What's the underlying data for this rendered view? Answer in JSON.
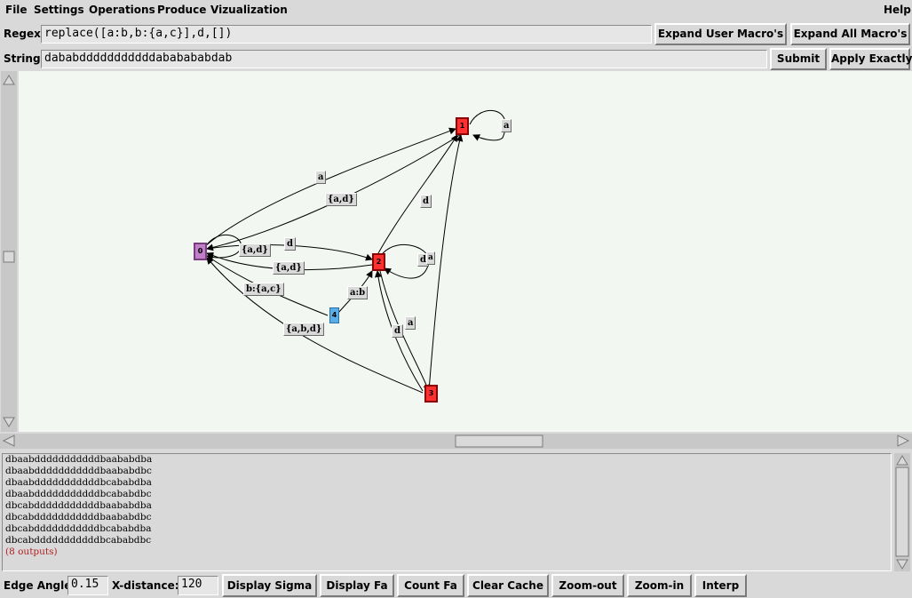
{
  "menu": {
    "file": "File",
    "settings": "Settings",
    "operations": "Operations",
    "produce": "Produce",
    "vizualization": "Vizualization",
    "help": "Help"
  },
  "regex": {
    "label": "Regex:",
    "value": "replace([a:b,b:{a,c}],d,[])",
    "expand_user": "Expand User Macro's",
    "expand_all": "Expand All Macro's"
  },
  "string": {
    "label": "String:",
    "value": "dababdddddddddddababababdab",
    "submit": "Submit",
    "apply_exactly": "Apply Exactly"
  },
  "graph": {
    "nodes": [
      {
        "id": "0",
        "kind": "start"
      },
      {
        "id": "1",
        "kind": "final"
      },
      {
        "id": "2",
        "kind": "final"
      },
      {
        "id": "3",
        "kind": "final"
      },
      {
        "id": "4",
        "kind": "intermediate"
      }
    ],
    "edge_labels": [
      "a",
      "a",
      "{a,d}",
      "d",
      "d",
      "{a,d}",
      "{a,d}",
      "d",
      "a",
      "b:{a,c}",
      "a:b",
      "{a,b,d}",
      "d",
      "a"
    ],
    "colors": {
      "final": "#ff3030",
      "start": "#c080c8",
      "intermediate": "#5aaee8"
    }
  },
  "output": {
    "lines": [
      "dbaabdddddddddddbaababdba",
      "dbaabdddddddddddbaababdbc",
      "dbaabdddddddddddbcababdba",
      "dbaabdddddddddddbcababdbc",
      "dbcabdddddddddddbaababdba",
      "dbcabdddddddddddbaababdbc",
      "dbcabdddddddddddbcababdba",
      "dbcabdddddddddddbcababdbc"
    ],
    "summary": "(8 outputs)"
  },
  "bottom": {
    "edge_angle_label": "Edge Angle:",
    "edge_angle_value": "0.15",
    "x_distance_label": "X-distance:",
    "x_distance_value": "120",
    "display_sigma": "Display Sigma",
    "display_fa": "Display Fa",
    "count_fa": "Count Fa",
    "clear_cache": "Clear Cache",
    "zoom_out": "Zoom-out",
    "zoom_in": "Zoom-in",
    "interp": "Interp"
  }
}
